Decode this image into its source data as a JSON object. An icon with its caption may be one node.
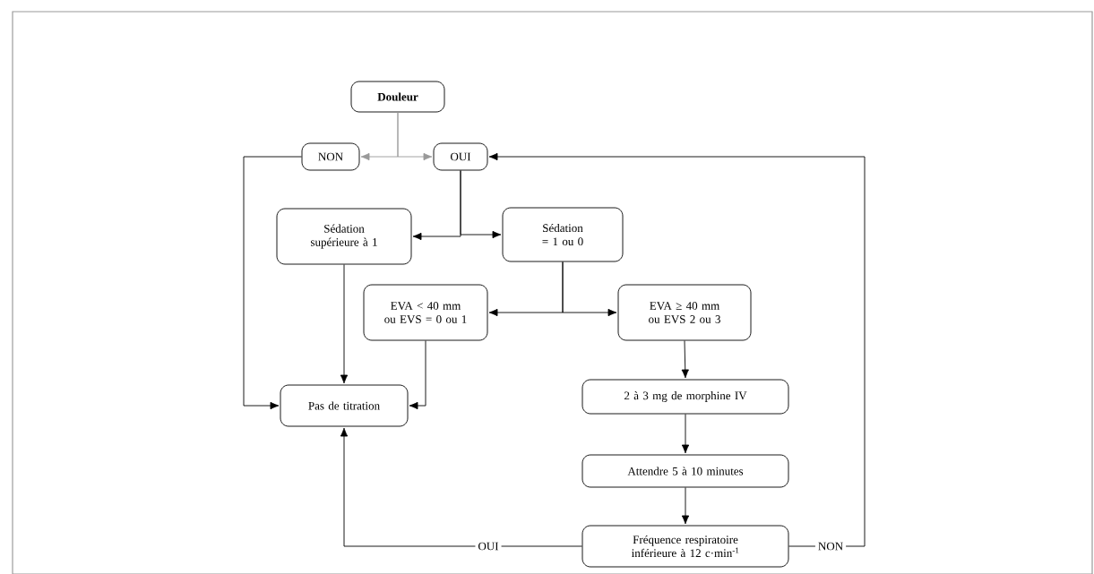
{
  "diagram": {
    "nodes": [
      {
        "text": [
          "Douleur"
        ]
      },
      {
        "text": [
          "NON"
        ]
      },
      {
        "text": [
          "OUI"
        ]
      },
      {
        "text": [
          "Sédation supérieure à 1"
        ]
      },
      {
        "text": [
          "Sédation = 1 ou 0"
        ]
      },
      {
        "text": [
          "EVA < 40 mm ou EVS = 0 ou 1"
        ]
      },
      {
        "text": [
          "EVA ≥ 40 mm ou EVS 2 ou 3"
        ]
      },
      {
        "text": [
          "Pas de titration"
        ]
      },
      {
        "text": [
          "2 à 3 mg de morphine IV"
        ]
      },
      {
        "text": [
          "Attendre 5 à 10 minutes"
        ]
      },
      {
        "text": [
          "Fréquence respiratoire inférieure à 12 c·min$^{-1}$"
        ]
      }
    ],
    "edges": [
      {
        "from": 0,
        "to": 1,
        "arrow": "to",
        "color": "#999999"
      },
      {
        "from": 0,
        "to": 2,
        "arrow": "to",
        "color": "#999999"
      },
      {
        "from": 2,
        "to": 3,
        "arrow": "to"
      },
      {
        "from": 2,
        "to": 4,
        "arrow": "to"
      },
      {
        "from": 1,
        "to": 7,
        "arrow": "to"
      },
      {
        "from": 3,
        "to": 7,
        "arrow": "to"
      },
      {
        "from": 4,
        "to": 5,
        "arrow": "to"
      },
      {
        "from": 4,
        "to": 6,
        "arrow": "to"
      },
      {
        "from": 5,
        "to": 7,
        "arrow": "to"
      },
      {
        "from": 6,
        "to": 8,
        "arrow": "to"
      },
      {
        "from": 8,
        "to": 9,
        "arrow": "to"
      },
      {
        "from": 9,
        "to": 10,
        "arrow": "to"
      },
      {
        "from": 10,
        "to": 7,
        "arrow": "to",
        "label": "OUI"
      },
      {
        "from": 10,
        "to": 2,
        "arrow": "to",
        "label": "NON"
      }
    ]
  }
}
